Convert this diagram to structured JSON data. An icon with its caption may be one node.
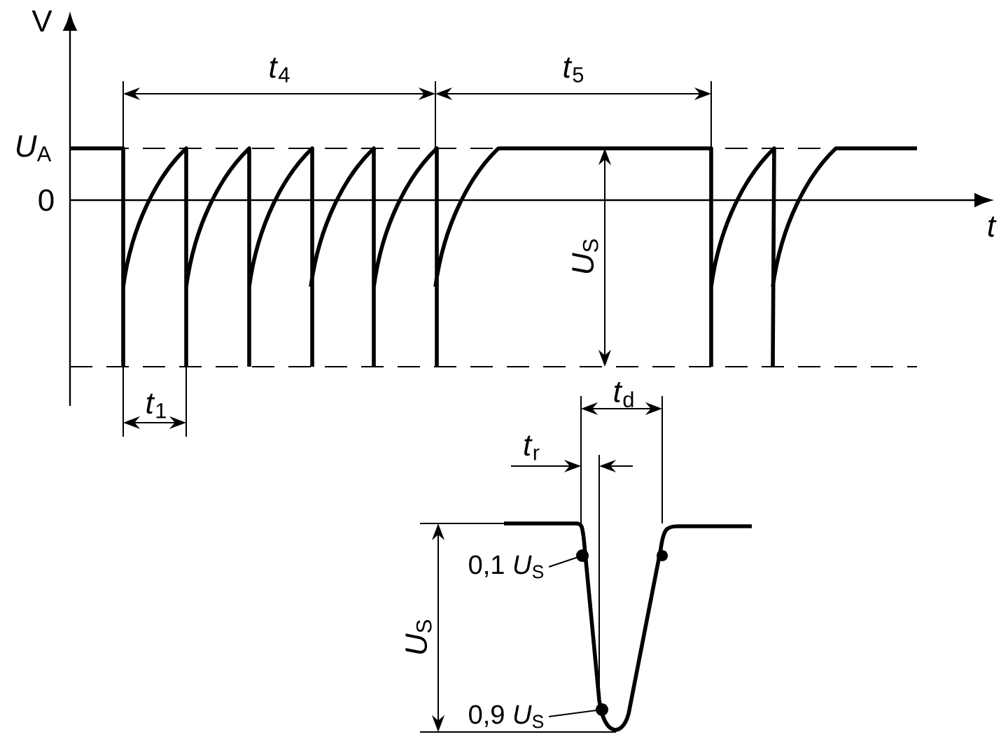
{
  "diagram": {
    "nodes": [
      {
        "text": [
          "0,1 *U*$_{S}$"
        ]
      },
      {
        "text": [],
        "shape": "circle"
      },
      {
        "text": [
          "0,9 *U*$_{S}$"
        ]
      },
      {
        "text": [],
        "shape": "circle"
      }
    ],
    "edges": [
      {
        "from": 0,
        "to": 1,
        "arrow": "none"
      },
      {
        "from": 2,
        "to": 3,
        "arrow": "none"
      }
    ],
    "labels": [
      "V",
      "*t*$_{4}$",
      "*t*$_{5}$",
      "*U*$_{A}$",
      "0",
      "t",
      "*U*$_{S}$",
      "*t*$_{1}$",
      "*t*$_{d}$",
      "*t*$_{r}$",
      "*U*$_{S}$"
    ]
  }
}
